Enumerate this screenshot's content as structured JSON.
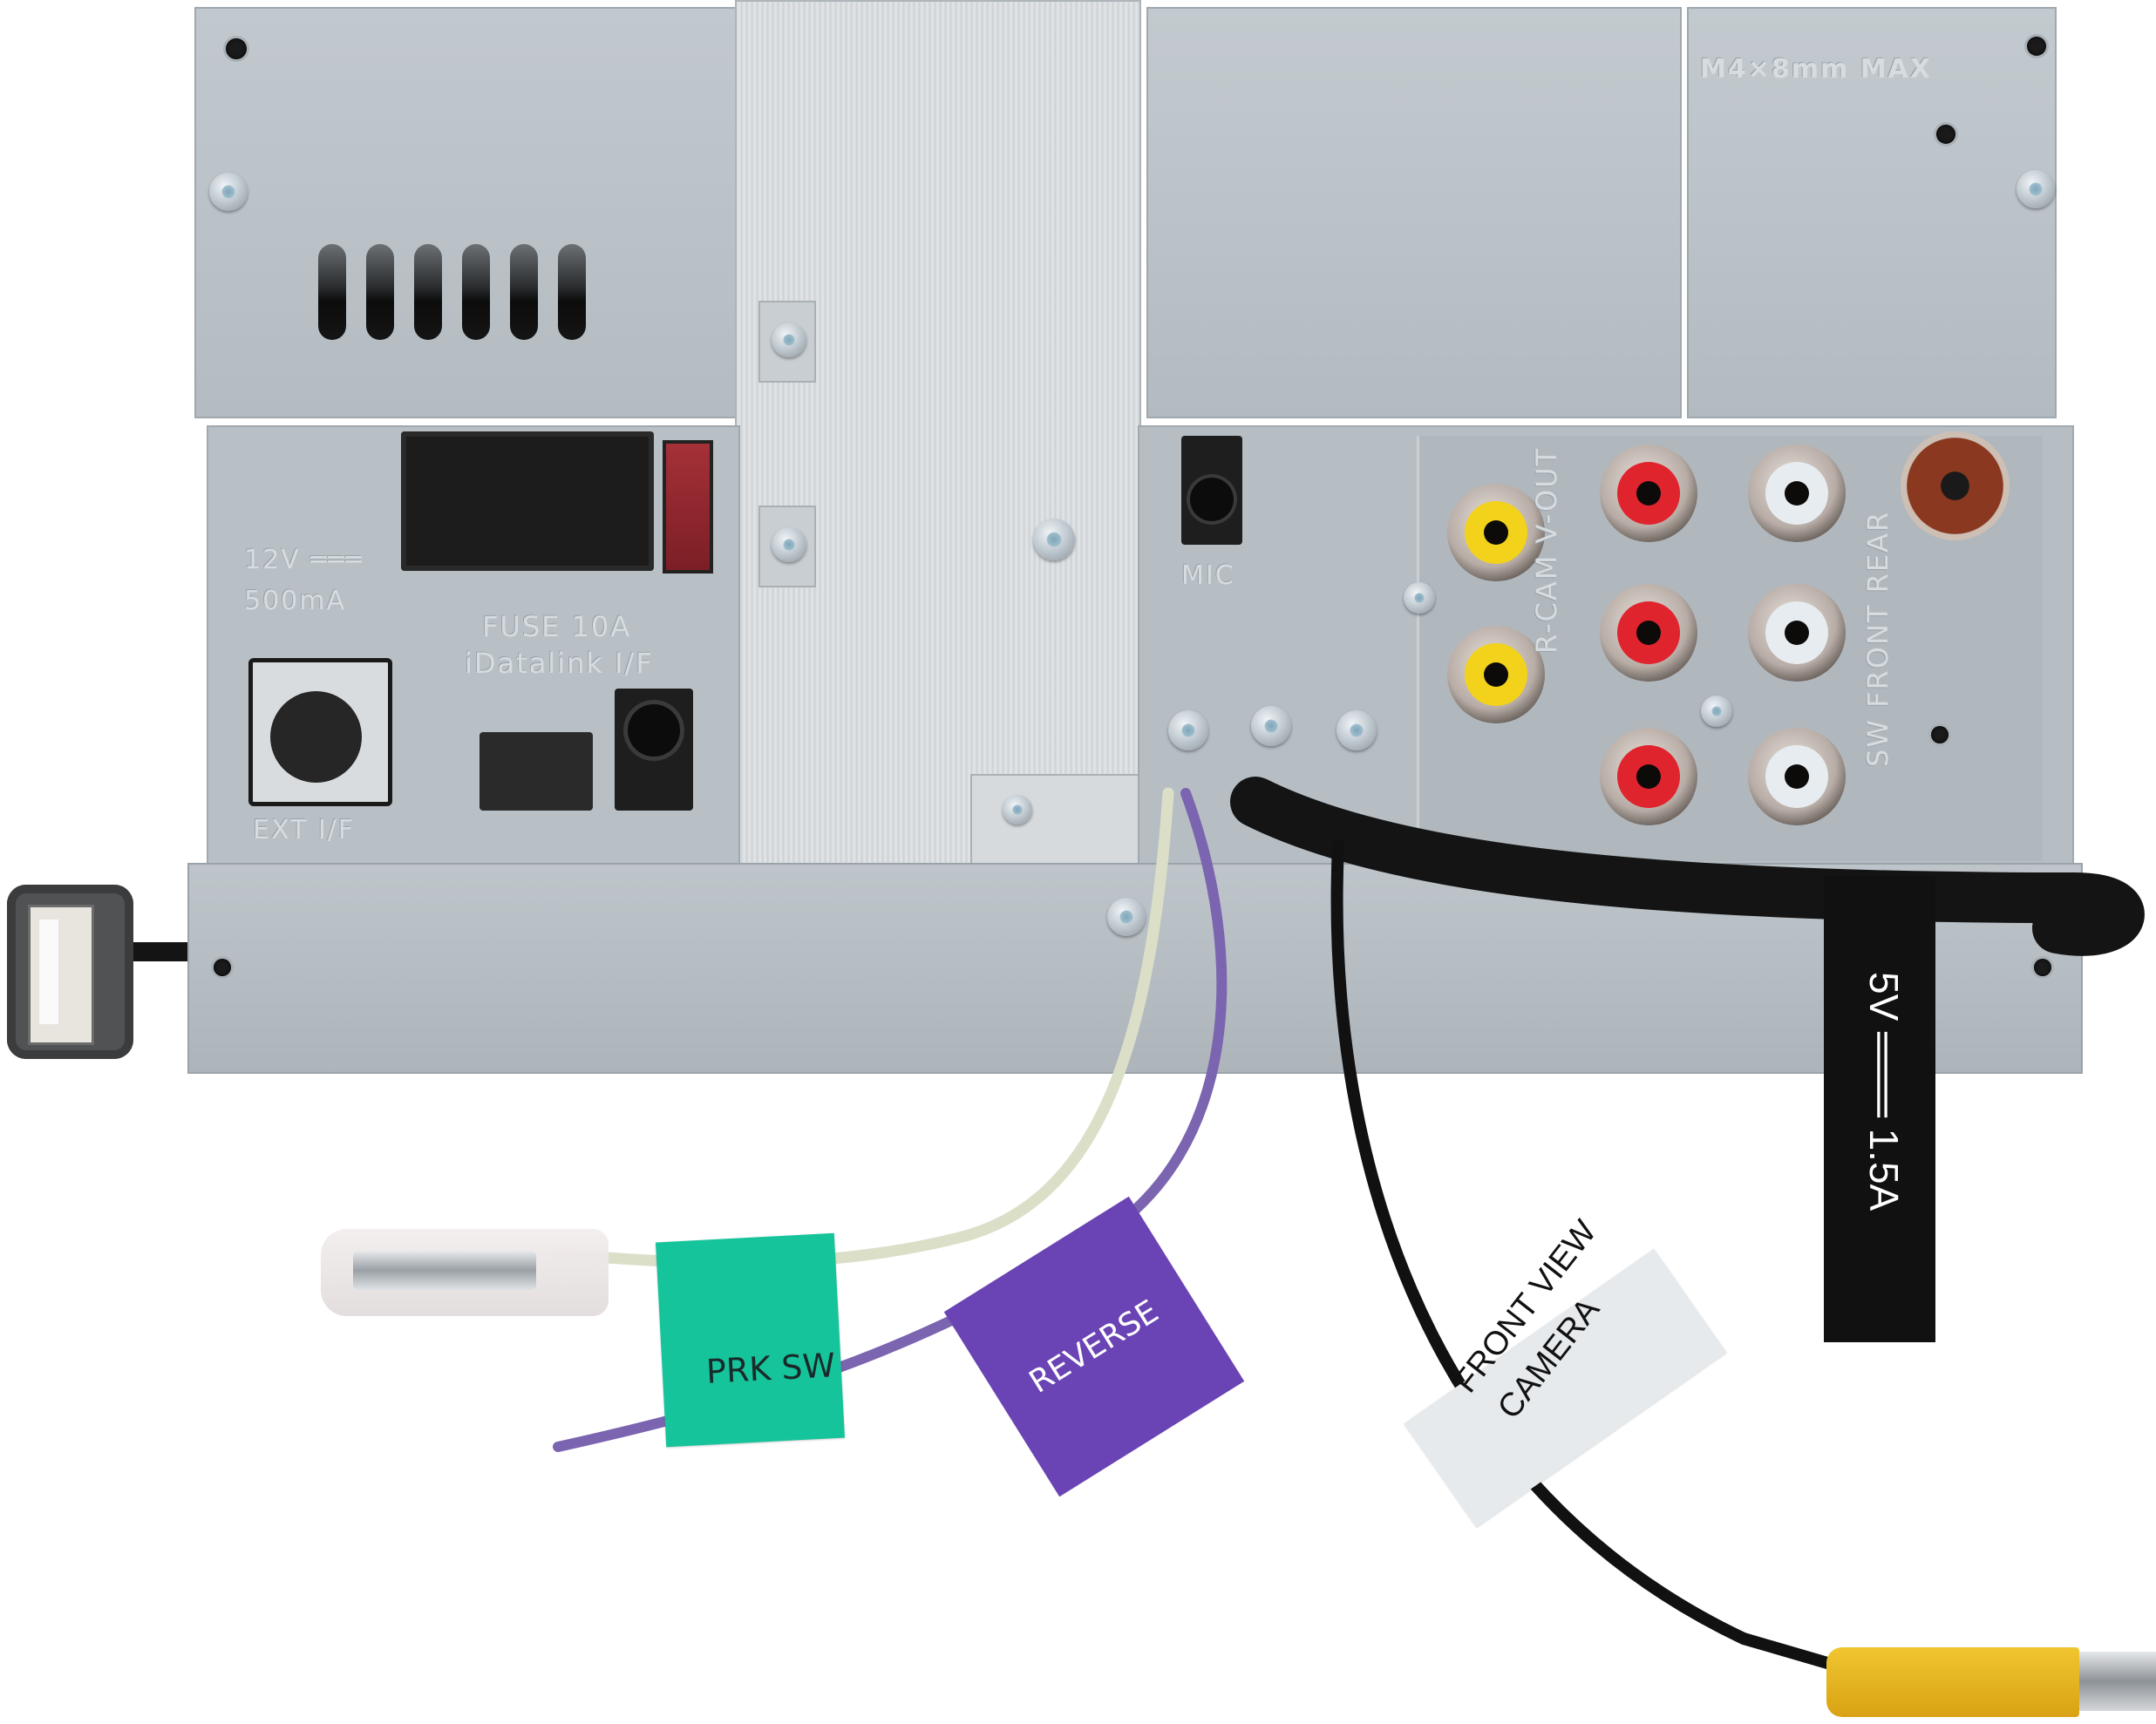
{
  "image": {
    "subject": "Car stereo head unit rear panel with wiring harness",
    "background_color": "#ffffff"
  },
  "chassis": {
    "color": "#b9c1c7",
    "embossed_labels": {
      "screw_spec": "M4×8mm MAX",
      "usb_power": "12V ═══",
      "usb_current": "500mA",
      "fuse": "FUSE 10A",
      "idatalink": "iDatalink I/F",
      "ext_if": "EXT I/F",
      "mic": "MIC",
      "video": "R-CAM  V-OUT",
      "audio": "SW  FRONT  REAR"
    }
  },
  "ports": [
    {
      "name": "Main power/speaker harness",
      "type": "16-pin connector",
      "color": "#1c1c1c"
    },
    {
      "name": "Fuse",
      "rating": "10A",
      "color": "#9b2830"
    },
    {
      "name": "EXT I/F",
      "type": "mini-DIN",
      "color": "#262626"
    },
    {
      "name": "iDatalink I/F",
      "type": "4-pin connector",
      "color": "#2a2a2a"
    },
    {
      "name": "Steering remote",
      "type": "3.5mm jack",
      "color": "#1e1e1e"
    },
    {
      "name": "MIC",
      "type": "3.5mm jack",
      "color": "#1e1e1e"
    },
    {
      "name": "V-OUT",
      "type": "RCA",
      "color": "#f2d21a"
    },
    {
      "name": "R-CAM",
      "type": "RCA",
      "color": "#f2d21a"
    },
    {
      "name": "REAR R",
      "type": "RCA",
      "color": "#e0242e"
    },
    {
      "name": "REAR L",
      "type": "RCA",
      "color": "#e6ecef"
    },
    {
      "name": "FRONT R",
      "type": "RCA",
      "color": "#e0242e"
    },
    {
      "name": "FRONT L",
      "type": "RCA",
      "color": "#e6ecef"
    },
    {
      "name": "SW R",
      "type": "RCA",
      "color": "#e0242e"
    },
    {
      "name": "SW L",
      "type": "RCA",
      "color": "#e6ecef"
    },
    {
      "name": "Antenna",
      "type": "Motorola jack",
      "color": "#8a3820"
    }
  ],
  "cables": {
    "usb": {
      "label": "USB",
      "connector": "USB-A female",
      "color": "#505254"
    },
    "parking_brake": {
      "tag": "PRK SW",
      "tag_color": "#16c49b",
      "wire_color": "#dcdfc8"
    },
    "reverse": {
      "tag": "REVERSE",
      "tag_color": "#6a44b4",
      "wire_color": "#7b64b0"
    },
    "front_camera": {
      "tag_line1": "FRONT VIEW",
      "tag_line2": "CAMERA",
      "tag_color": "#e6eaec",
      "plug_color": "#e6b41e"
    },
    "usb_power": {
      "tag": "5V ═══ 1.5A",
      "tag_color": "#111111"
    }
  }
}
